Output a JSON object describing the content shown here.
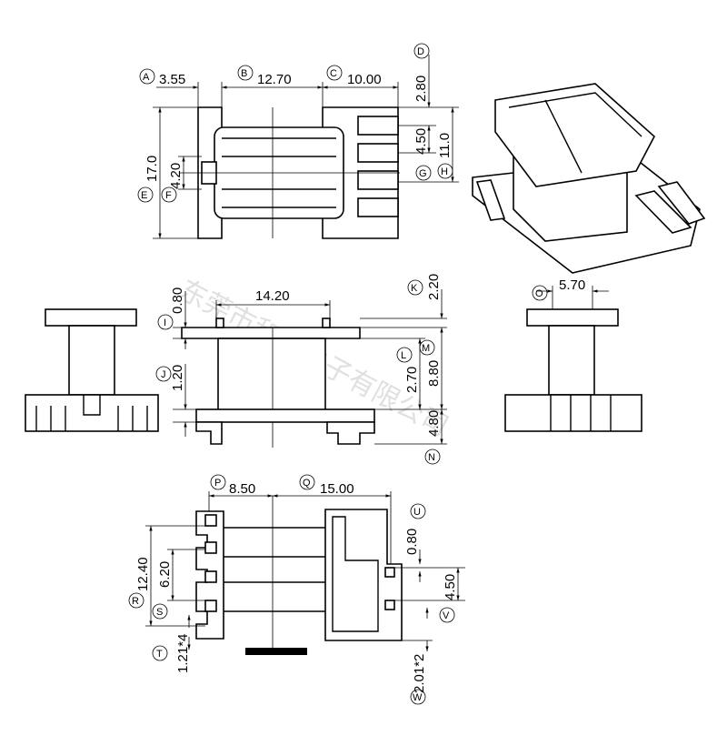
{
  "dimensions": {
    "a": "3.55",
    "b": "12.70",
    "c": "10.00",
    "d": "2.80",
    "g": "4.50",
    "h": "11.0",
    "e": "17.0",
    "f": "4.20",
    "front_width": "14.20",
    "k": "2.20",
    "i": "0.80",
    "m": "8.80",
    "l": "2.70",
    "j": "1.20",
    "n": "4.80",
    "o": "5.70",
    "p": "8.50",
    "q": "15.00",
    "u": "0.80",
    "r": "12.40",
    "s": "6.20",
    "v": "4.50",
    "t": "1.21*4",
    "w": "2.01*2"
  },
  "markers": [
    "A",
    "B",
    "C",
    "D",
    "E",
    "F",
    "G",
    "H",
    "I",
    "J",
    "K",
    "L",
    "M",
    "N",
    "O",
    "P",
    "Q",
    "R",
    "S",
    "T",
    "U",
    "V",
    "W"
  ],
  "watermark": "东莞市和创电子有限公司"
}
